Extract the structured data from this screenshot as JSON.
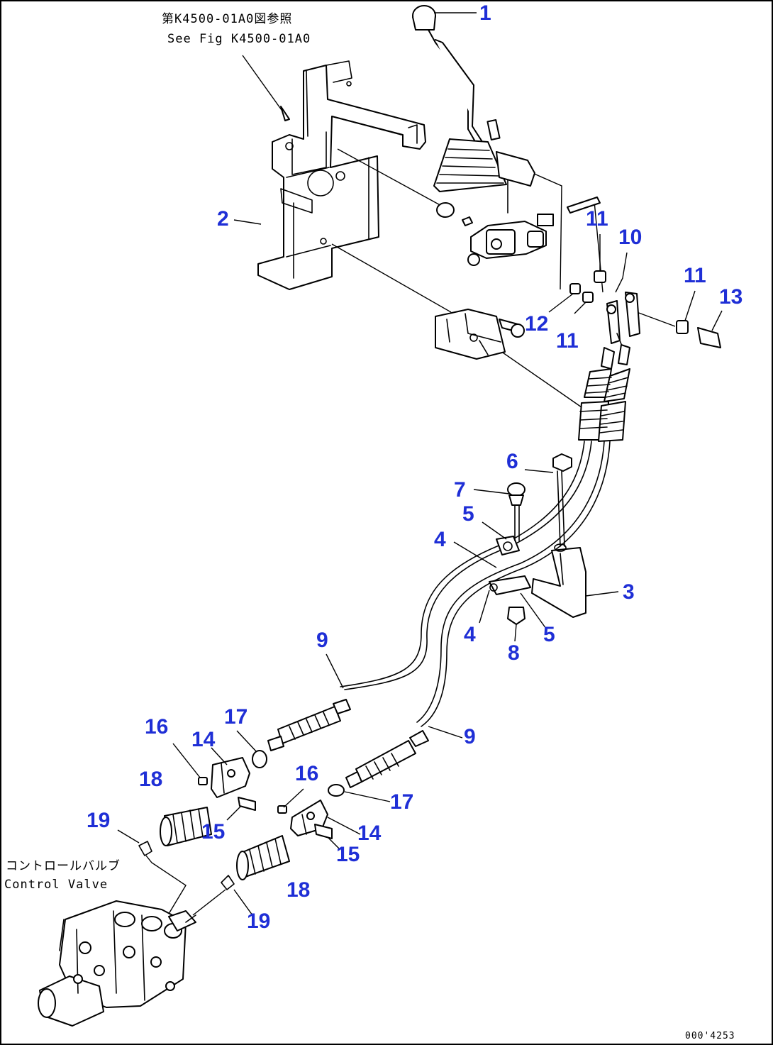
{
  "reference_note": {
    "japanese": "第K4500-01A0図参照",
    "english": "See Fig K4500-01A0"
  },
  "control_valve_label": {
    "japanese": "コントロールバルブ",
    "english": "Control Valve"
  },
  "figure_code": "000'4253",
  "callouts": {
    "c1": "1",
    "c2": "2",
    "c3": "3",
    "c4a": "4",
    "c4b": "4",
    "c5a": "5",
    "c5b": "5",
    "c6": "6",
    "c7": "7",
    "c8": "8",
    "c9a": "9",
    "c9b": "9",
    "c10": "10",
    "c11a": "11",
    "c11b": "11",
    "c11c": "11",
    "c12": "12",
    "c13": "13",
    "c14a": "14",
    "c14b": "14",
    "c15a": "15",
    "c15b": "15",
    "c16a": "16",
    "c16b": "16",
    "c17a": "17",
    "c17b": "17",
    "c18a": "18",
    "c18b": "18",
    "c19a": "19",
    "c19b": "19"
  },
  "colors": {
    "callout": "#1f2fd6",
    "line": "#000000",
    "background": "#ffffff"
  }
}
